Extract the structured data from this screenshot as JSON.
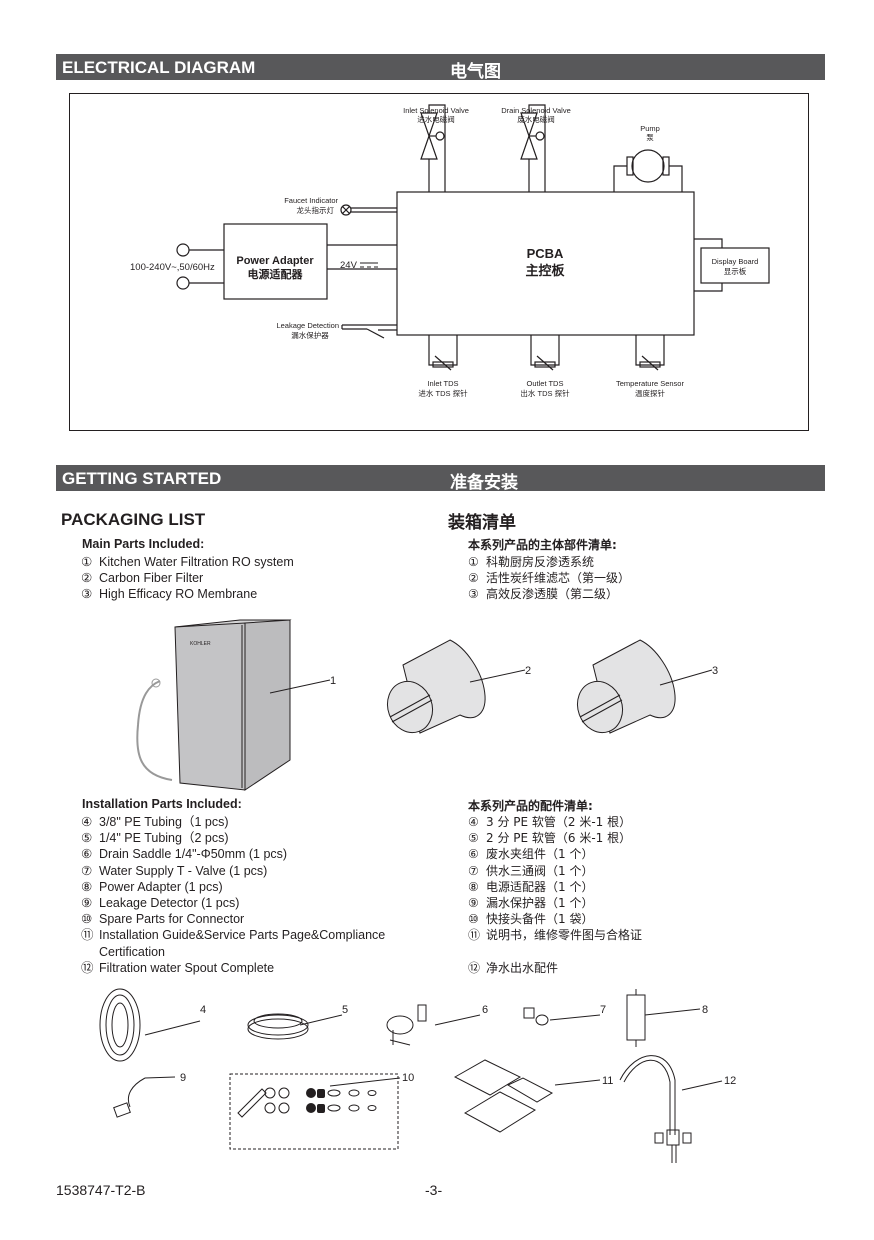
{
  "sections": {
    "electrical": {
      "title_en": "ELECTRICAL DIAGRAM",
      "title_zh": "电气图"
    },
    "getting_started": {
      "title_en": "GETTING STARTED",
      "title_zh": "准备安装"
    }
  },
  "diagram": {
    "inlet_valve": {
      "en": "Inlet Solenoid Valve",
      "zh": "进水电磁阀"
    },
    "drain_valve": {
      "en": "Drain Solenoid Valve",
      "zh": "废水电磁阀"
    },
    "pump": {
      "en": "Pump",
      "zh": "泵"
    },
    "faucet_indicator": {
      "en": "Faucet Indicator",
      "zh": "龙头指示灯"
    },
    "power_input": "100-240V~,50/60Hz",
    "power_adapter": {
      "en": "Power Adapter",
      "zh": "电源适配器"
    },
    "dc_output": "24V",
    "pcba": {
      "en": "PCBA",
      "zh": "主控板"
    },
    "display_board": {
      "en": "Display Board",
      "zh": "显示板"
    },
    "leakage": {
      "en": "Leakage Detection",
      "zh": "漏水保护器"
    },
    "inlet_tds": {
      "en": "Inlet TDS",
      "zh": "进水 TDS 探针"
    },
    "outlet_tds": {
      "en": "Outlet TDS",
      "zh": "出水 TDS 探针"
    },
    "temp_sensor": {
      "en": "Temperature Sensor",
      "zh": "温度探针"
    }
  },
  "packaging": {
    "title_en": "PACKAGING LIST",
    "title_zh": "装箱清单",
    "main_heading_en": "Main Parts Included:",
    "main_heading_zh": "本系列产品的主体部件清单:",
    "main_parts": [
      {
        "num": "①",
        "en": "Kitchen Water Filtration RO system",
        "zh": "科勒厨房反渗透系统"
      },
      {
        "num": "②",
        "en": "Carbon Fiber Filter",
        "zh": "活性炭纤维滤芯（第一级）"
      },
      {
        "num": "③",
        "en": "High Efficacy RO Membrane",
        "zh": "高效反渗透膜（第二级）"
      }
    ],
    "install_heading_en": "Installation Parts Included:",
    "install_heading_zh": "本系列产品的配件清单:",
    "install_parts": [
      {
        "num": "④",
        "en": "3/8\" PE Tubing（1 pcs)",
        "zh": "3 分 PE 软管（2 米-1 根）"
      },
      {
        "num": "⑤",
        "en": "1/4\" PE Tubing（2 pcs)",
        "zh": "2 分 PE 软管（6 米-1 根）"
      },
      {
        "num": "⑥",
        "en": "Drain Saddle 1/4\"-Φ50mm (1 pcs)",
        "zh": "废水夹组件（1 个）"
      },
      {
        "num": "⑦",
        "en": "Water Supply T - Valve (1 pcs)",
        "zh": "供水三通阀（1 个）"
      },
      {
        "num": "⑧",
        "en": "Power Adapter  (1 pcs)",
        "zh": "电源适配器（1 个）"
      },
      {
        "num": "⑨",
        "en": "Leakage Detector  (1 pcs)",
        "zh": "漏水保护器（1 个）"
      },
      {
        "num": "⑩",
        "en": "Spare Parts for Connector",
        "zh": "快接头备件（1 袋）"
      },
      {
        "num": "⑪",
        "en": "Installation Guide&Service Parts Page&Compliance",
        "zh": "说明书，维修零件图与合格证"
      },
      {
        "num": "",
        "en": "Certification",
        "zh": ""
      },
      {
        "num": "⑫",
        "en": "Filtration water Spout Complete",
        "zh": "净水出水配件"
      }
    ],
    "product_brand": "KOHLER",
    "callouts": [
      "1",
      "2",
      "3",
      "4",
      "5",
      "6",
      "7",
      "8",
      "9",
      "10",
      "11",
      "12"
    ]
  },
  "footer": {
    "doc_number": "1538747-T2-B",
    "page": "-3-"
  }
}
